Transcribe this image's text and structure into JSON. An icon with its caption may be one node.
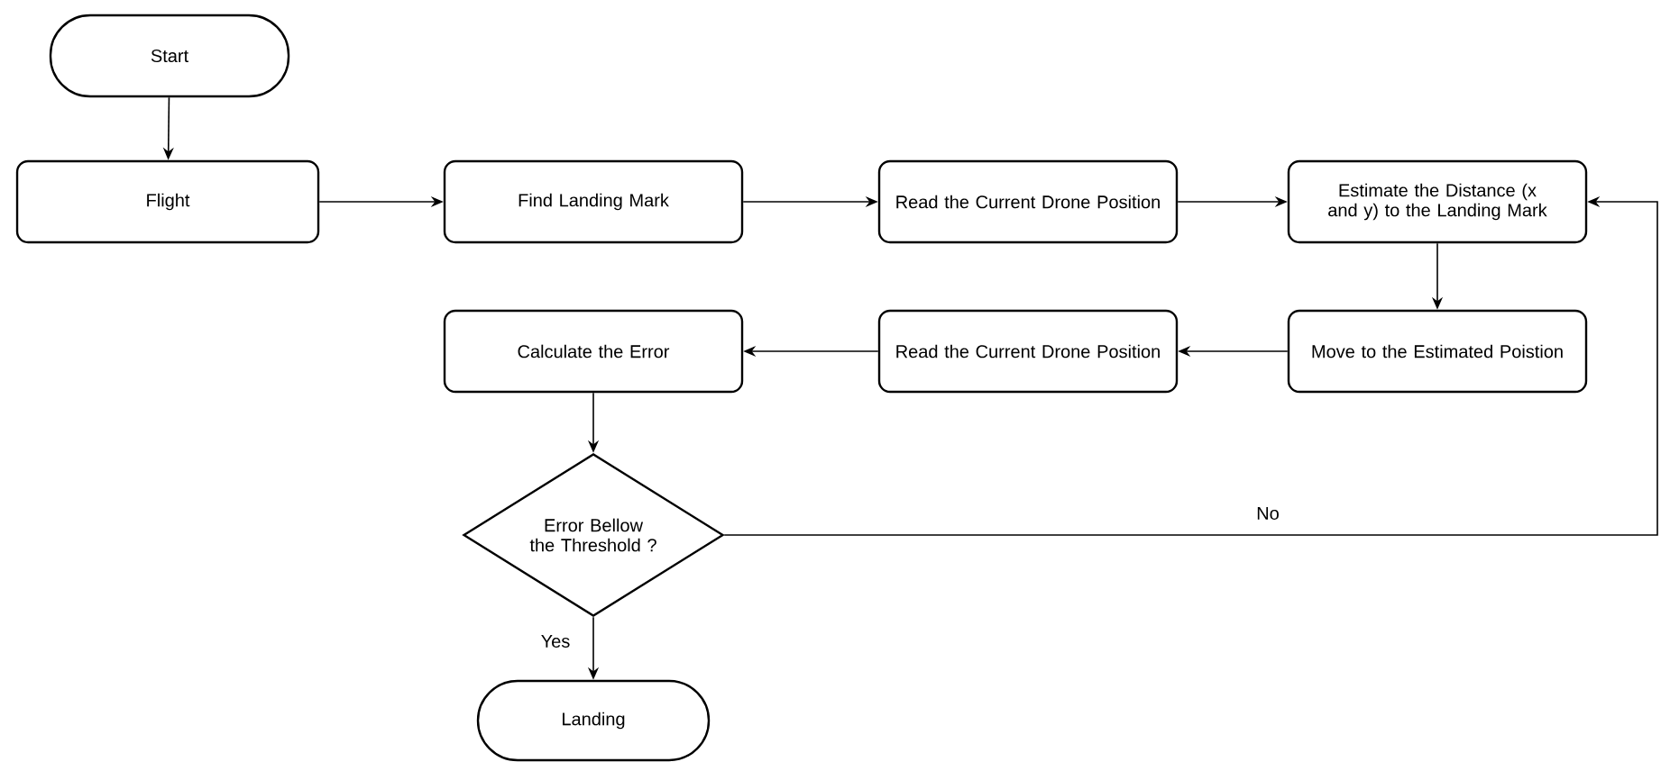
{
  "diagram": {
    "nodes": [
      {
        "text": [
          "Start"
        ]
      },
      {
        "text": [
          "Flight"
        ]
      },
      {
        "text": [
          "Find Landing Mark"
        ]
      },
      {
        "text": [
          "Read the Current Drone Position"
        ]
      },
      {
        "text": [
          "Estimate the Distance (x and y) to the Landing Mark"
        ]
      },
      {
        "text": [
          "Move to the Estimated Poistion"
        ]
      },
      {
        "text": [
          "Read the Current Drone Position"
        ]
      },
      {
        "text": [
          "Calculate the Error"
        ]
      },
      {
        "text": [
          "Error Bellow the Threshold ?"
        ]
      },
      {
        "text": [
          "Landing"
        ]
      }
    ],
    "edges": [
      {
        "from": 0,
        "to": 1,
        "arrow": "to"
      },
      {
        "from": 1,
        "to": 2,
        "arrow": "to"
      },
      {
        "from": 2,
        "to": 3,
        "arrow": "to"
      },
      {
        "from": 3,
        "to": 4,
        "arrow": "to"
      },
      {
        "from": 4,
        "to": 5,
        "arrow": "to"
      },
      {
        "from": 5,
        "to": 6,
        "arrow": "to"
      },
      {
        "from": 6,
        "to": 7,
        "arrow": "to"
      },
      {
        "from": 7,
        "to": 8,
        "arrow": "to"
      },
      {
        "from": 8,
        "to": 9,
        "arrow": "to",
        "label": "Yes"
      },
      {
        "from": 8,
        "to": 4,
        "arrow": "to",
        "label": "No"
      }
    ]
  }
}
